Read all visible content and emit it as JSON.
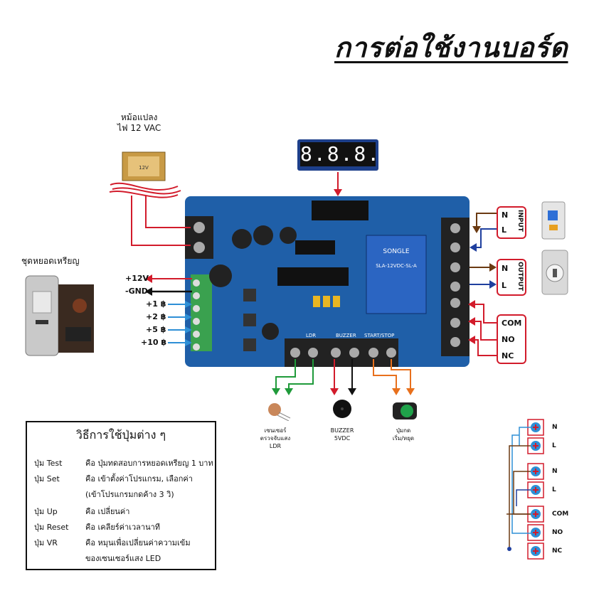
{
  "title": "การต่อใช้งานบอร์ด",
  "transformer": {
    "label_line1": "หม้อแปลง",
    "label_line2": "ไฟ 12 VAC",
    "tag": "12V"
  },
  "coin_acceptor": {
    "label": "ชุดหยอดเหรียญ"
  },
  "left_pins": [
    "+12V",
    "-GND",
    "+1 ฿",
    "+2 ฿",
    "+5 ฿",
    "+10 ฿"
  ],
  "input_box": {
    "title": "INPUT",
    "pins": [
      "N",
      "L"
    ]
  },
  "output_box": {
    "title": "OUTPUT",
    "pins": [
      "N",
      "L"
    ]
  },
  "relay_pins": [
    "COM",
    "NO",
    "NC"
  ],
  "display": {
    "digits": "8.8.8.8"
  },
  "relay": {
    "brand": "SONGLE",
    "model": "SLA-12VDC-SL-A"
  },
  "board": {
    "ldr_label": "LDR",
    "buzzer_label": "BUZZER",
    "start_label": "START/STOP"
  },
  "bottom_parts": [
    {
      "line1": "เซนเซอร์",
      "line2": "ตรวจจับแสง",
      "line3": "LDR"
    },
    {
      "line1": "BUZZER",
      "line2": "5VDC",
      "line3": ""
    },
    {
      "line1": "ปุ่มกด",
      "line2": "เริ่ม/หยุด",
      "line3": ""
    }
  ],
  "instructions": {
    "title": "วิธีการใช้ปุ่มต่าง ๆ",
    "rows": [
      {
        "button": "ปุ่ม Test",
        "desc": "คือ ปุ่มทดสอบการหยอดเหรียญ 1 บาท"
      },
      {
        "button": "ปุ่ม Set",
        "desc": "คือ เข้าตั้งค่าโปรแกรม, เลือกค่า"
      },
      {
        "button": "",
        "desc": "(เข้าโปรแกรมกดค้าง 3 วิ)"
      },
      {
        "button": "ปุ่ม Up",
        "desc": "คือ เปลี่ยนค่า"
      },
      {
        "button": "ปุ่ม Reset",
        "desc": "คือ เคลียร์ค่าเวลานาที"
      },
      {
        "button": "ปุ่ม VR",
        "desc": "คือ หมุนเพื่อเปลี่ยนค่าความเข้ม"
      },
      {
        "button": "",
        "desc": "ของเซนเซอร์แสง LED"
      }
    ]
  },
  "schematic": {
    "labels": [
      "N",
      "L",
      "N",
      "L",
      "COM",
      "NO",
      "NC"
    ]
  },
  "colors": {
    "red": "#d21b2b",
    "black": "#111111",
    "blue": "#2e8fd6",
    "green": "#1f9a3a",
    "orange": "#e8701c",
    "brown": "#6b3a12",
    "navy": "#1f3f9e",
    "pcb": "#1f5fa8"
  }
}
